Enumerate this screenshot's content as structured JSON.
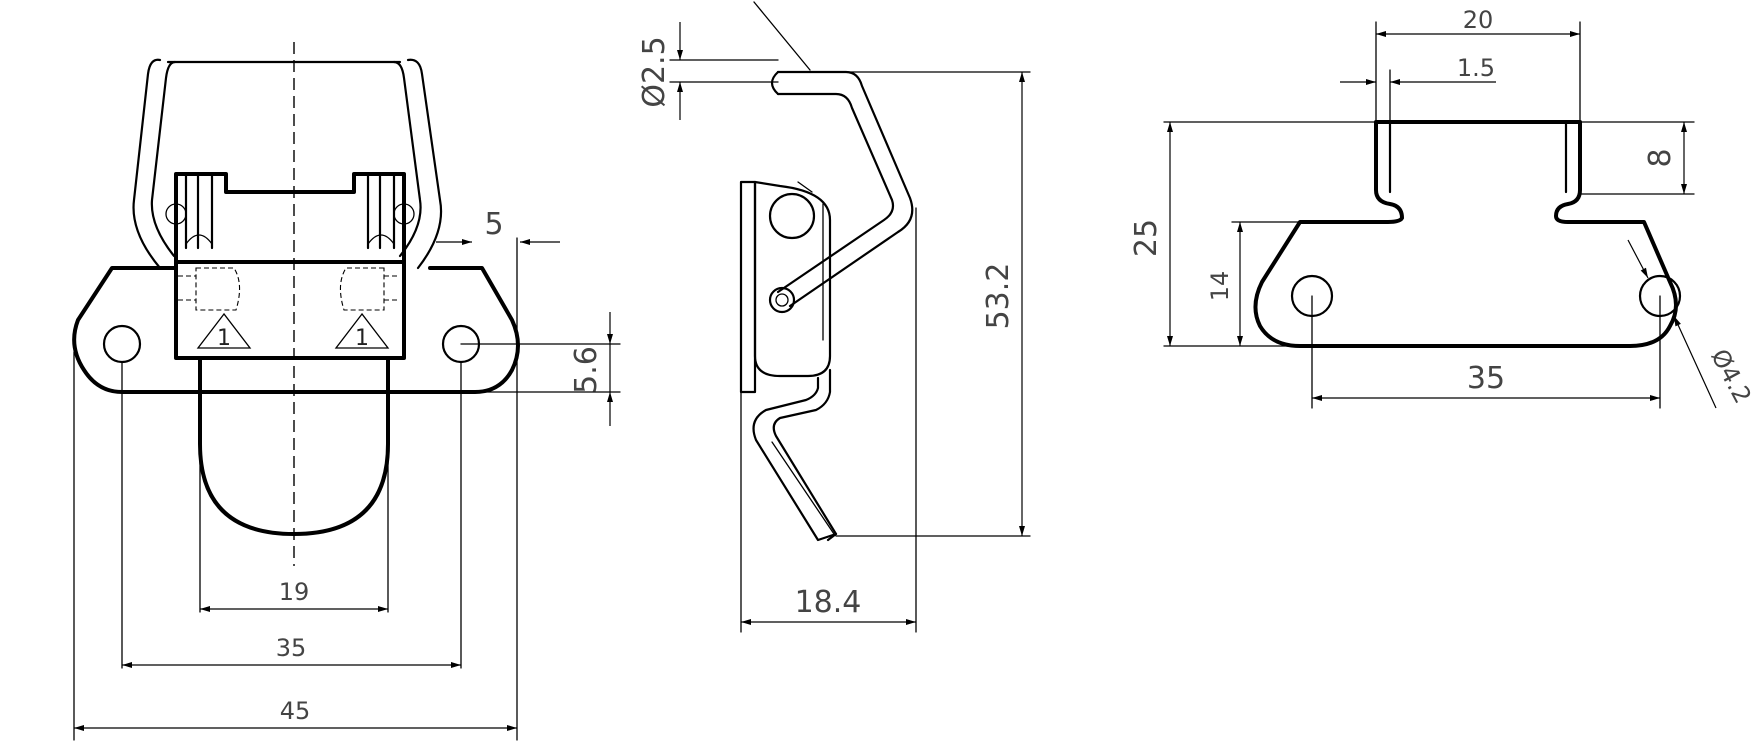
{
  "front_view": {
    "dims": {
      "d19": "19",
      "d35": "35",
      "d45": "45",
      "d5": "5",
      "d5_6": "5.6"
    },
    "warning_mark": "1"
  },
  "side_view": {
    "dims": {
      "wire_dia": "Ø2.5",
      "height": "53.2",
      "depth": "18.4"
    }
  },
  "plan_view": {
    "dims": {
      "d20": "20",
      "d1_5": "1.5",
      "d8": "8",
      "d25": "25",
      "d14": "14",
      "d35": "35",
      "hole_dia": "Ø4.2"
    }
  }
}
